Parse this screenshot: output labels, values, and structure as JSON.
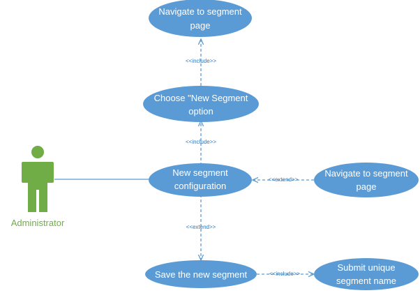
{
  "diagram": {
    "actor": {
      "label": "Administrator"
    },
    "use_cases": {
      "navigate_top": {
        "lines": [
          "Navigate to segment",
          "page"
        ]
      },
      "choose_new": {
        "lines": [
          "Choose \"New Segment",
          "option"
        ]
      },
      "new_config": {
        "lines": [
          "New segment",
          "configuration"
        ]
      },
      "navigate_right": {
        "lines": [
          "Navigate to segment",
          "page"
        ]
      },
      "save_new": {
        "lines": [
          "Save the new segment"
        ]
      },
      "submit_name": {
        "lines": [
          "Submit unique",
          "segment name"
        ]
      }
    },
    "relationships": {
      "choose_to_navigate": {
        "label": "<<include>>"
      },
      "config_to_choose": {
        "label": "<<include>>"
      },
      "navigate_right_to_config": {
        "label": "<<extend>>"
      },
      "config_to_save": {
        "label": "<<extend>>"
      },
      "save_to_submit": {
        "label": "<<include>>"
      }
    },
    "colors": {
      "use_case": "#5b9bd5",
      "actor": "#70ad47",
      "stereotype_text": "#2e75b6"
    }
  }
}
